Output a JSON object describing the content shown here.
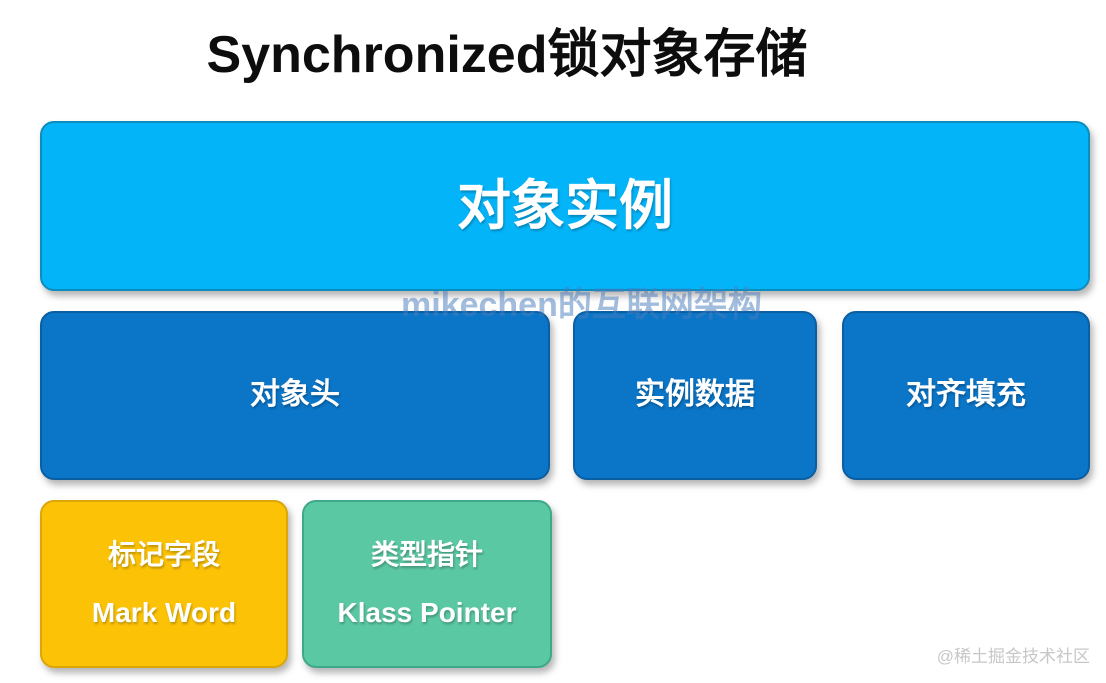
{
  "title": "Synchronized锁对象存储",
  "watermarks": {
    "center": "mikechen的互联网架构",
    "corner": "@稀土掘金技术社区"
  },
  "boxes": {
    "object_instance": {
      "label": "对象实例",
      "fill": "#04B4F9",
      "border": "#0D8CBE"
    },
    "object_header": {
      "label": "对象头",
      "fill": "#0B76C8",
      "border": "#0A5EA2"
    },
    "instance_data": {
      "label": "实例数据",
      "fill": "#0B76C8",
      "border": "#0A5EA2"
    },
    "alignment_padding": {
      "label": "对齐填充",
      "fill": "#0B76C8",
      "border": "#0A5EA2"
    },
    "mark_word": {
      "label_cn": "标记字段",
      "label_en": "Mark Word",
      "fill": "#FCC306",
      "border": "#DCA606"
    },
    "klass_pointer": {
      "label_cn": "类型指针",
      "label_en": "Klass Pointer",
      "fill": "#5BC8A4",
      "border": "#3EA98A"
    }
  }
}
